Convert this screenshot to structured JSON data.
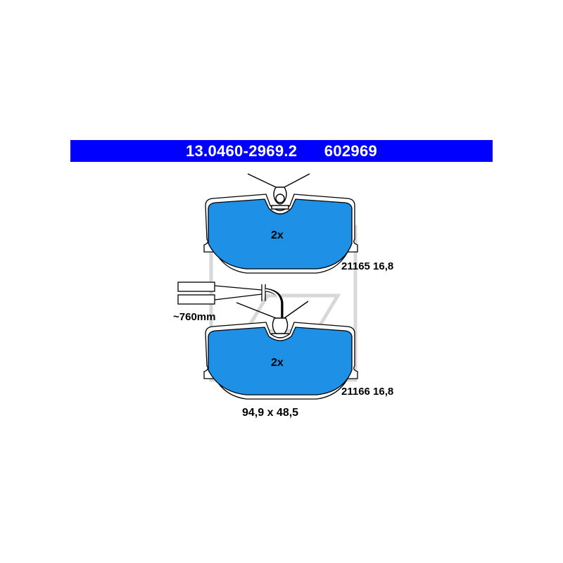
{
  "header": {
    "part_number": "13.0460-2969.2",
    "catalog_number": "602969"
  },
  "pad_top": {
    "quantity": "2x",
    "spec": "21165 16,8"
  },
  "pad_bottom": {
    "quantity": "2x",
    "spec": "21166 16,8"
  },
  "sensor": {
    "cable_length": "~760mm"
  },
  "dimensions": "94,9 x 48,5",
  "colors": {
    "header_bar": "#0000ff",
    "pad_fill": "#1e90e6",
    "outline": "#000000",
    "watermark": "#d8d8d8"
  }
}
